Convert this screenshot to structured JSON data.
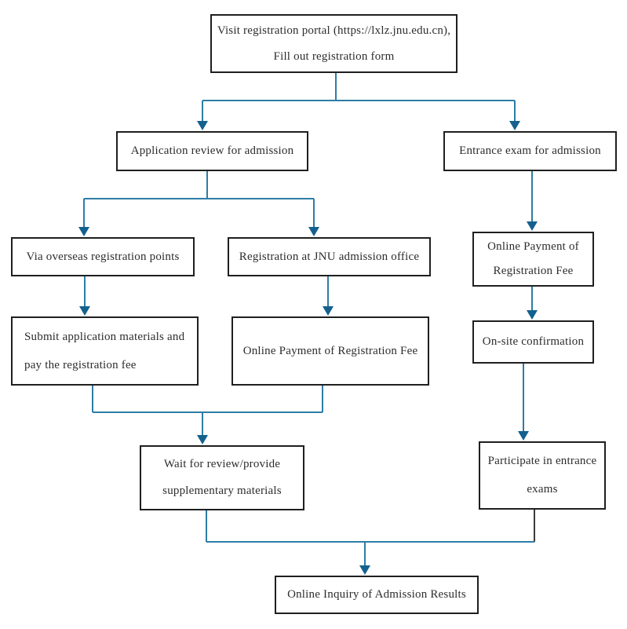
{
  "flowchart": {
    "nodes": {
      "visit_portal": {
        "line1": "Visit registration portal (https://lxlz.jnu.edu.cn),",
        "line2": "Fill out registration form"
      },
      "application_review": {
        "line1": "Application review for admission"
      },
      "entrance_exam": {
        "line1": "Entrance exam for admission"
      },
      "via_overseas": {
        "line1": "Via overseas registration points"
      },
      "registration_jnu": {
        "line1": "Registration at JNU admission office"
      },
      "online_payment_exam": {
        "line1": "Online Payment of",
        "line2": "Registration Fee"
      },
      "submit_materials": {
        "line1": "Submit application materials and",
        "line2": "pay the registration fee"
      },
      "online_payment_review": {
        "line1": "Online Payment of Registration Fee"
      },
      "onsite_confirmation": {
        "line1": "On-site confirmation"
      },
      "wait_review": {
        "line1": "Wait for review/provide",
        "line2": "supplementary materials"
      },
      "participate_exams": {
        "line1": "Participate in entrance",
        "line2": "exams"
      },
      "online_inquiry": {
        "line1": "Online Inquiry of Admission Results"
      }
    },
    "colors": {
      "connector": "#2e7da6",
      "arrowhead": "#14618e",
      "dark_connector": "#3a3a3a",
      "box_border": "#1f1f1f",
      "text": "#2d2d2d",
      "background": "#ffffff"
    }
  }
}
